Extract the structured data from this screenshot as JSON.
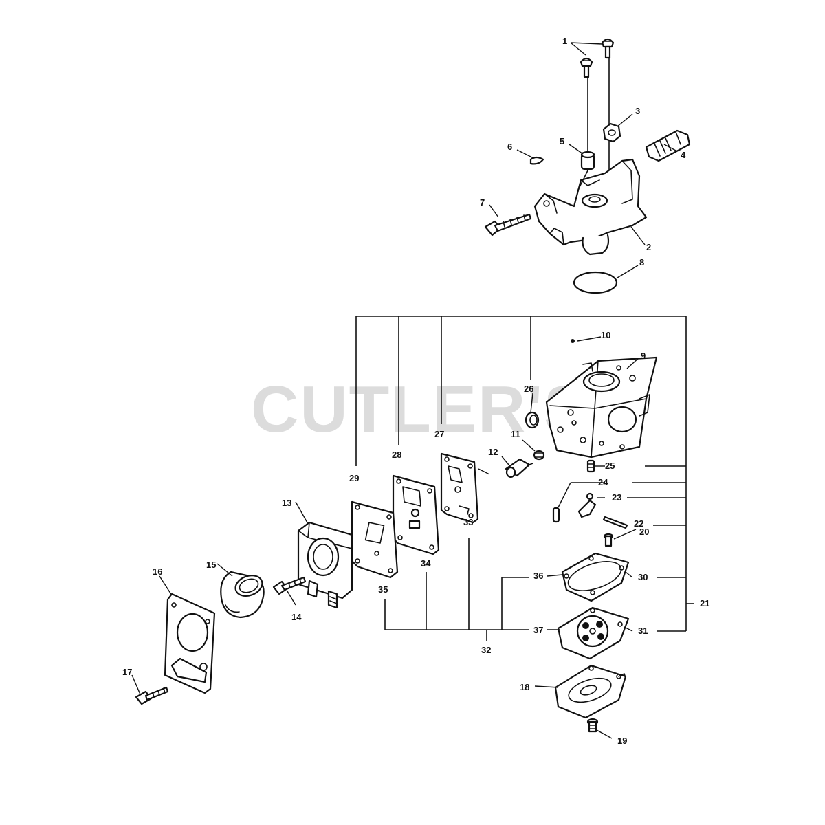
{
  "watermark": "CUTLER'S",
  "callouts": {
    "c1": "1",
    "c2": "2",
    "c3": "3",
    "c4": "4",
    "c5": "5",
    "c6": "6",
    "c7": "7",
    "c8": "8",
    "c9": "9",
    "c10": "10",
    "c11": "11",
    "c12": "12",
    "c13": "13",
    "c14": "14",
    "c15": "15",
    "c16": "16",
    "c17": "17",
    "c18": "18",
    "c19": "19",
    "c20": "20",
    "c21": "21",
    "c22": "22",
    "c23": "23",
    "c24": "24",
    "c25": "25",
    "c26": "26",
    "c27": "27",
    "c28": "28",
    "c29": "29",
    "c30": "30",
    "c31": "31",
    "c32": "32",
    "c33": "33",
    "c34": "34",
    "c35": "35",
    "c36": "36",
    "c37": "37"
  }
}
